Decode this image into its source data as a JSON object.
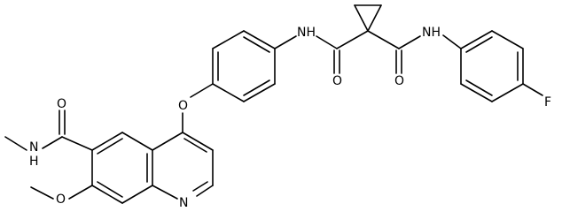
{
  "molecule": {
    "atom_labels": {
      "n_methyl_amide": "N",
      "h_methyl_amide": "H",
      "o_amide_quinoline": "O",
      "o_methoxy": "O",
      "o_ether": "O",
      "n_quinoline": "N",
      "nh_left": "NH",
      "o_left_carbonyl": "O",
      "o_right_carbonyl": "O",
      "nh_right": "NH",
      "fluorine": "F"
    }
  }
}
